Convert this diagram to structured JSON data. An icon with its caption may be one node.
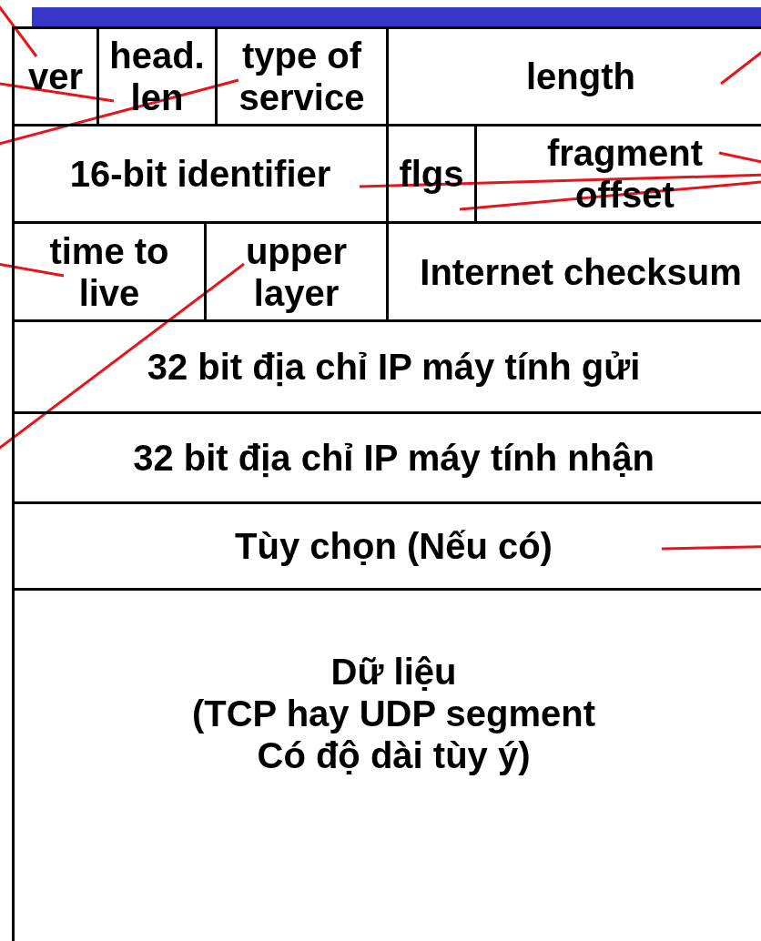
{
  "diagram": {
    "nodes": [
      {
        "text": [
          "ver"
        ]
      },
      {
        "text": [
          "head. len"
        ]
      },
      {
        "text": [
          "type of service"
        ]
      },
      {
        "text": [
          "length"
        ]
      },
      {
        "text": [
          "16-bit identifier"
        ]
      },
      {
        "text": [
          "flgs"
        ]
      },
      {
        "text": [
          "fragment offset"
        ]
      },
      {
        "text": [
          "time to live"
        ]
      },
      {
        "text": [
          "upper layer"
        ]
      },
      {
        "text": [
          "Internet checksum"
        ]
      },
      {
        "text": [
          "32 bit địa chỉ IP máy tính gửi"
        ]
      },
      {
        "text": [
          "32 bit địa chỉ IP máy tính nhận"
        ]
      },
      {
        "text": [
          "Tùy chọn (Nếu có)"
        ]
      },
      {
        "text": [
          "Dữ liệu",
          "(TCP hay UDP segment Có độ dài tùy ý)"
        ]
      }
    ],
    "edges": [
      {
        "from": 0,
        "to": null,
        "arrow": "none"
      },
      {
        "from": 1,
        "to": null,
        "arrow": "none"
      },
      {
        "from": 2,
        "to": null,
        "arrow": "none"
      },
      {
        "from": 3,
        "to": null,
        "arrow": "none"
      },
      {
        "from": 6,
        "to": null,
        "arrow": "none"
      },
      {
        "from": 4,
        "to": null,
        "arrow": "none"
      },
      {
        "from": 6,
        "to": null,
        "arrow": "none"
      },
      {
        "from": 7,
        "to": null,
        "arrow": "none"
      },
      {
        "from": 8,
        "to": null,
        "arrow": "none"
      },
      {
        "from": 12,
        "to": null,
        "arrow": "none"
      }
    ]
  }
}
